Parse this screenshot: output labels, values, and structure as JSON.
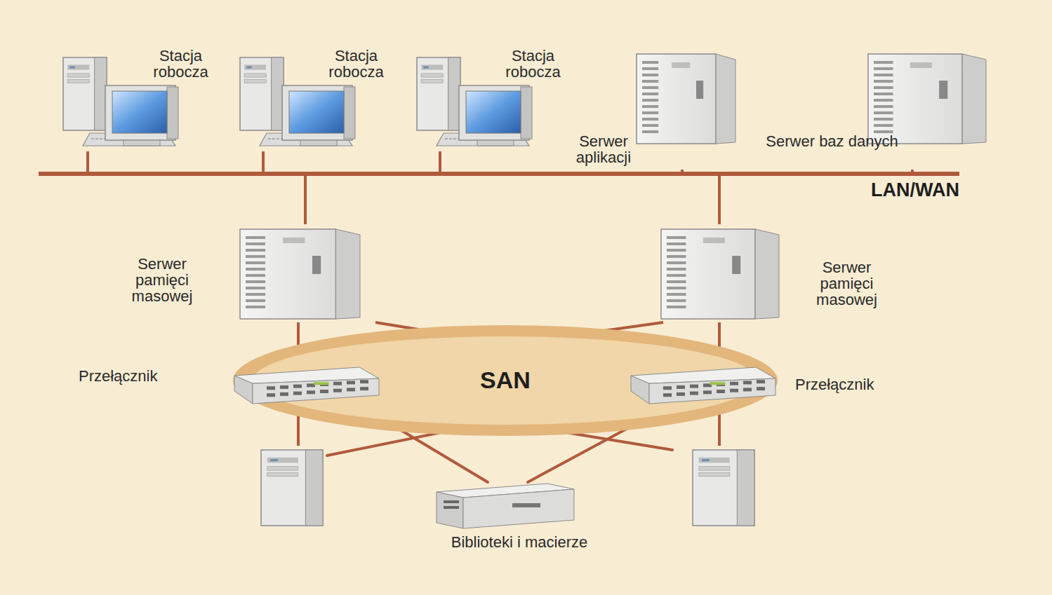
{
  "diagram": {
    "nodes": [
      {
        "text": [
          "Stacja robocza"
        ]
      },
      {
        "text": [
          "Stacja robocza"
        ]
      },
      {
        "text": [
          "Stacja robocza"
        ]
      },
      {
        "text": [
          "Serwer aplikacji"
        ]
      },
      {
        "text": [
          "Serwer baz danych"
        ]
      },
      {
        "text": [
          "LAN/WAN"
        ]
      },
      {
        "text": [
          "Serwer pamięci masowej"
        ]
      },
      {
        "text": [
          "Serwer pamięci masowej"
        ]
      },
      {
        "text": [
          "SAN"
        ]
      },
      {
        "text": [
          "Przełącznik"
        ],
        "in": 8
      },
      {
        "text": [
          "Przełącznik"
        ],
        "in": 8
      },
      {
        "text": [
          "Biblioteki i macierze"
        ]
      }
    ],
    "edges": [
      {
        "from": 0,
        "to": 5,
        "arrow": "none"
      },
      {
        "from": 1,
        "to": 5,
        "arrow": "none"
      },
      {
        "from": 2,
        "to": 5,
        "arrow": "none"
      },
      {
        "from": 3,
        "to": 5,
        "arrow": "none"
      },
      {
        "from": 4,
        "to": 5,
        "arrow": "none"
      },
      {
        "from": 5,
        "to": 6,
        "arrow": "none"
      },
      {
        "from": 5,
        "to": 7,
        "arrow": "none"
      },
      {
        "from": 6,
        "to": 9,
        "arrow": "none"
      },
      {
        "from": 6,
        "to": 10,
        "arrow": "none"
      },
      {
        "from": 7,
        "to": 10,
        "arrow": "none"
      },
      {
        "from": 7,
        "to": 9,
        "arrow": "none"
      },
      {
        "from": 9,
        "to": 11,
        "arrow": "none"
      },
      {
        "from": 10,
        "to": 11,
        "arrow": "none"
      }
    ]
  }
}
